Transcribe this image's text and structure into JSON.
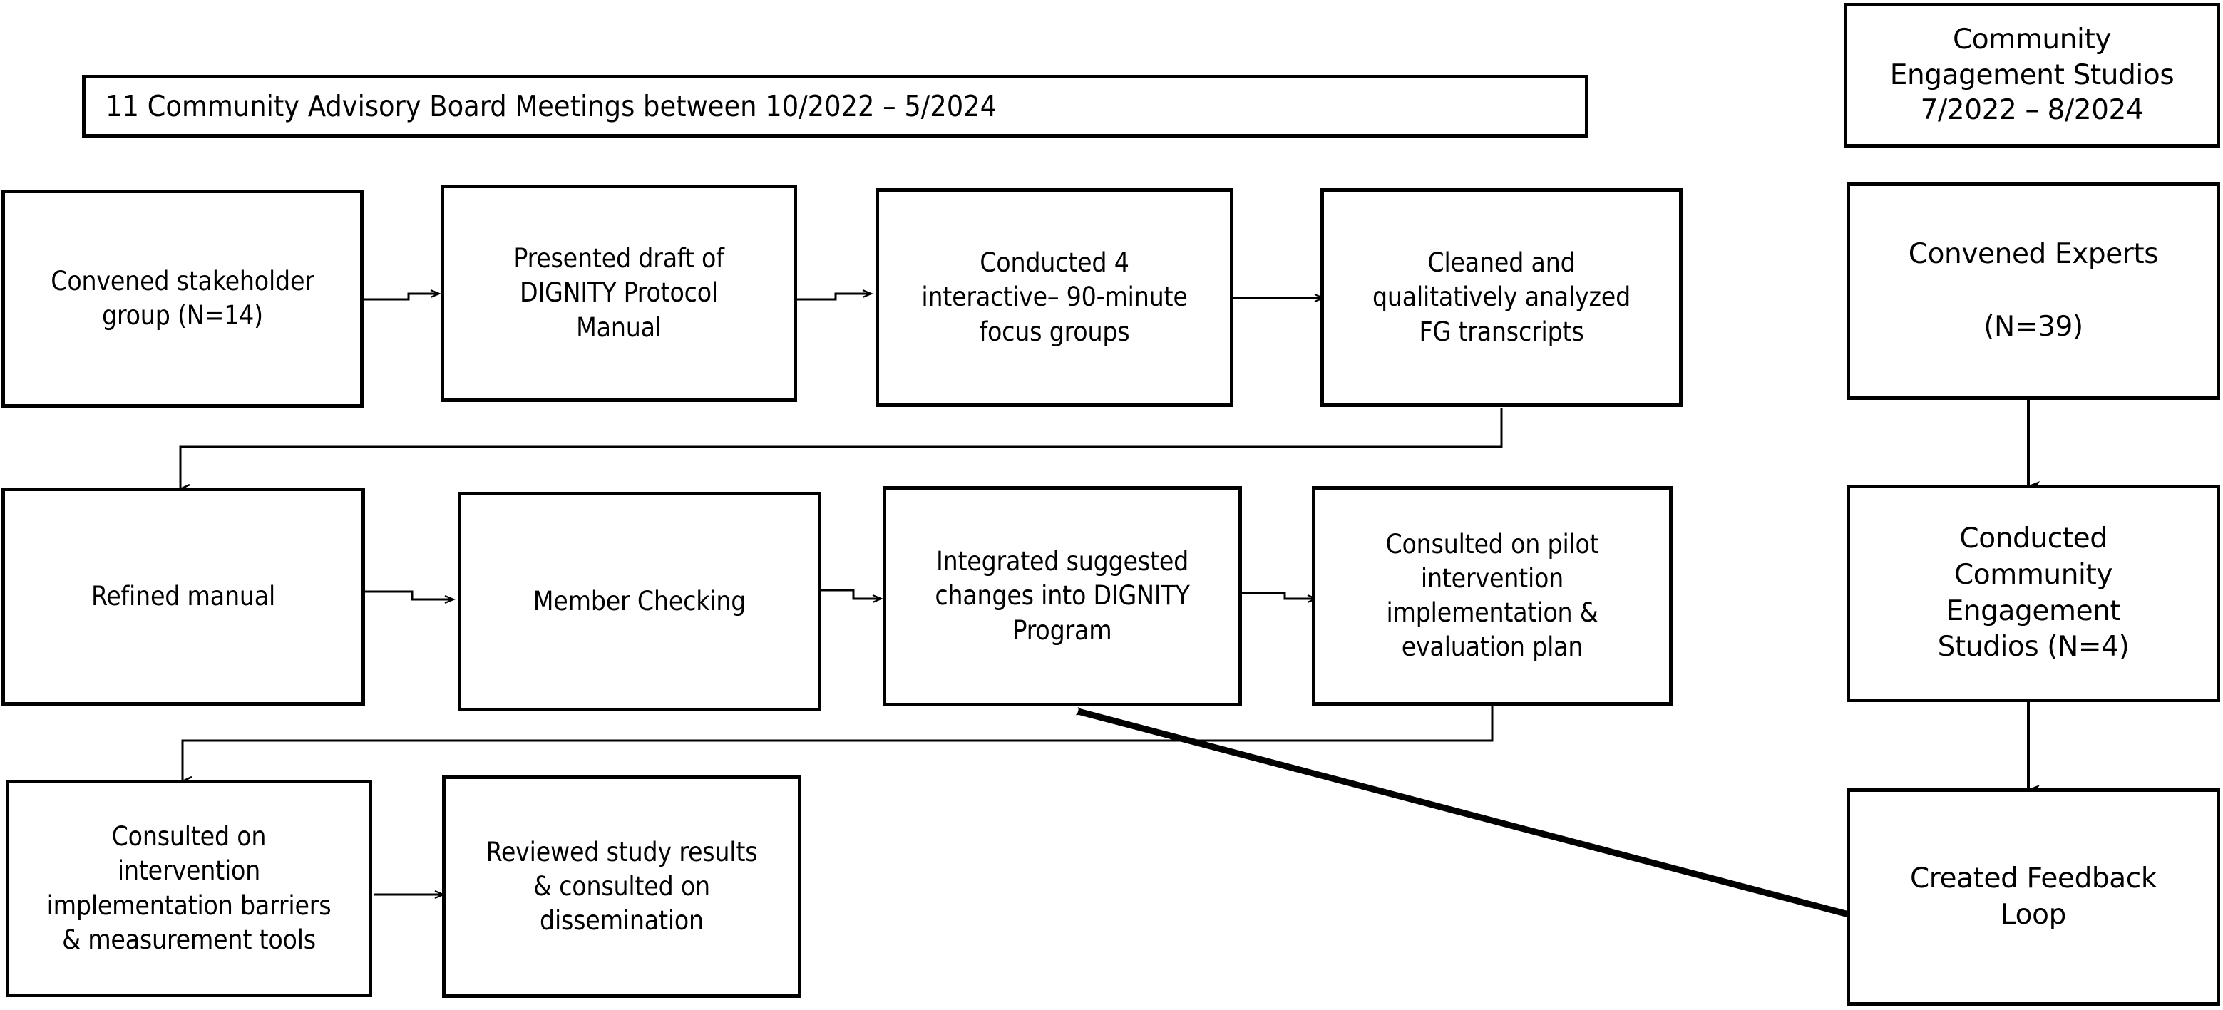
{
  "diagram": {
    "title_banner": "11 Community Advisory Board Meetings between 10/2022 – 5/2024",
    "side_banner": "Community\nEngagement Studios\n7/2022 – 8/2024",
    "colors": {
      "stroke": "#000000",
      "fill": "#ffffff",
      "text": "#000000"
    },
    "cab_nodes": [
      {
        "id": "n1",
        "label": "Convened stakeholder\ngroup (N=14)"
      },
      {
        "id": "n2",
        "label": "Presented draft of\nDIGNITY Protocol\nManual"
      },
      {
        "id": "n3",
        "label": "Conducted 4\ninteractive– 90-minute\nfocus groups"
      },
      {
        "id": "n4",
        "label": "Cleaned and\nqualitatively analyzed\nFG transcripts"
      },
      {
        "id": "n5",
        "label": "Refined manual"
      },
      {
        "id": "n6",
        "label": "Member Checking"
      },
      {
        "id": "n7",
        "label": "Integrated suggested\nchanges into DIGNITY\nProgram"
      },
      {
        "id": "n8",
        "label": "Consulted on pilot\nintervention\nimplementation &\nevaluation plan"
      },
      {
        "id": "n9",
        "label": "Consulted on\nintervention\nimplementation barriers\n& measurement tools"
      },
      {
        "id": "n10",
        "label": "Reviewed study results\n& consulted on\ndissemination"
      }
    ],
    "ces_nodes": [
      {
        "id": "r1",
        "label": "Convened  Experts\n\n(N=39)"
      },
      {
        "id": "r2",
        "label": "Conducted\nCommunity\nEngagement\nStudios (N=4)"
      },
      {
        "id": "r3",
        "label": "Created Feedback\nLoop"
      }
    ],
    "edges": [
      {
        "from": "n1",
        "to": "n2",
        "kind": "arrow-right"
      },
      {
        "from": "n2",
        "to": "n3",
        "kind": "arrow-right"
      },
      {
        "from": "n3",
        "to": "n4",
        "kind": "arrow-right"
      },
      {
        "from": "n4",
        "to": "n5",
        "kind": "elbow-down-left"
      },
      {
        "from": "n5",
        "to": "n6",
        "kind": "arrow-right"
      },
      {
        "from": "n6",
        "to": "n7",
        "kind": "arrow-right"
      },
      {
        "from": "n7",
        "to": "n8",
        "kind": "arrow-right"
      },
      {
        "from": "n8",
        "to": "n9",
        "kind": "elbow-down-left"
      },
      {
        "from": "n9",
        "to": "n10",
        "kind": "arrow-right"
      },
      {
        "from": "r1",
        "to": "r2",
        "kind": "arrow-down"
      },
      {
        "from": "r2",
        "to": "r3",
        "kind": "arrow-down"
      },
      {
        "from": "r3",
        "to": "n7",
        "kind": "diagonal-arrow-up-left"
      }
    ]
  }
}
